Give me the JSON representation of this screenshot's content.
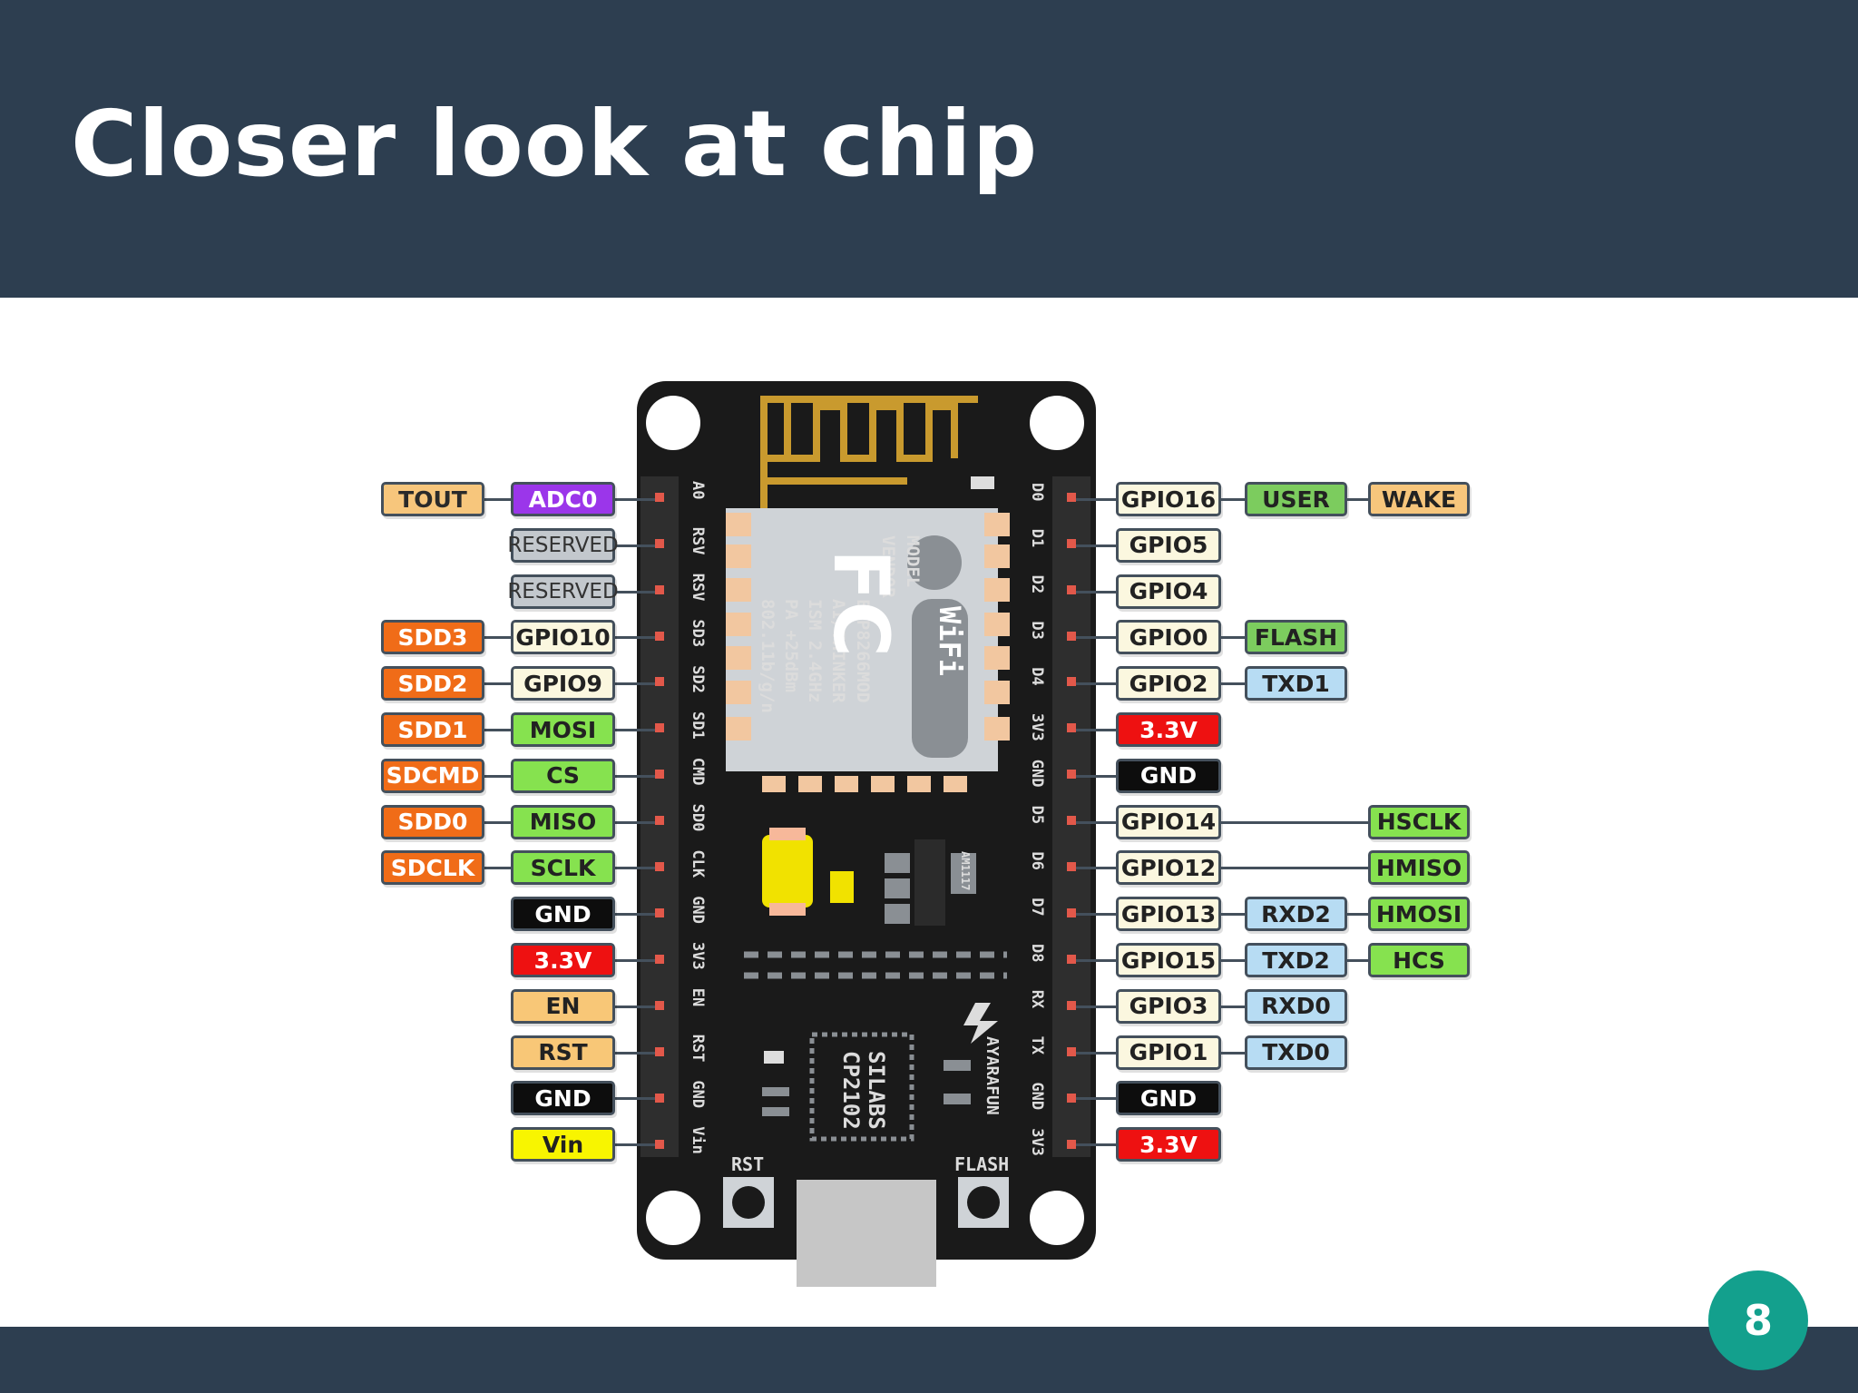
{
  "slide": {
    "title": "Closer look at chip",
    "page_number": "8"
  },
  "board": {
    "module_model": "MODEL",
    "module_vendor": "VENDOR",
    "module_name": "ESP8266MOD",
    "module_maker": "AI/THINKER",
    "module_band": "ISM 2.4GHz",
    "module_power": "PA +25dBm",
    "module_std": "802.11b/g/n",
    "fcc_mark": "FC",
    "wifi_mark": "WiFi",
    "regulator": "AM1117",
    "usb_chip_brand": "SILABS",
    "usb_chip_model": "CP2102",
    "brand": "AYARAFUN",
    "rst_button_label": "RST",
    "flash_button_label": "FLASH",
    "left_silk": [
      "A0",
      "RSV",
      "RSV",
      "SD3",
      "SD2",
      "SD1",
      "CMD",
      "SD0",
      "CLK",
      "GND",
      "3V3",
      "EN",
      "RST",
      "GND",
      "Vin"
    ],
    "right_silk": [
      "D0",
      "D1",
      "D2",
      "D3",
      "D4",
      "3V3",
      "GND",
      "D5",
      "D6",
      "D7",
      "D8",
      "RX",
      "TX",
      "GND",
      "3V3"
    ]
  },
  "left_outer_labels": [
    "TOUT",
    "",
    "",
    "SDD3",
    "SDD2",
    "SDD1",
    "SDCMD",
    "SDD0",
    "SDCLK",
    "",
    "",
    "",
    "",
    "",
    ""
  ],
  "left_inner_labels": [
    "ADC0",
    "RESERVED",
    "RESERVED",
    "GPIO10",
    "GPIO9",
    "MOSI",
    "CS",
    "MISO",
    "SCLK",
    "GND",
    "3.3V",
    "EN",
    "RST",
    "GND",
    "Vin"
  ],
  "right_inner_labels": [
    "GPIO16",
    "GPIO5",
    "GPIO4",
    "GPIO0",
    "GPIO2",
    "3.3V",
    "GND",
    "GPIO14",
    "GPIO12",
    "GPIO13",
    "GPIO15",
    "GPIO3",
    "GPIO1",
    "GND",
    "3.3V"
  ],
  "right_second_labels": [
    "USER",
    "",
    "",
    "FLASH",
    "TXD1",
    "",
    "",
    "",
    "",
    "RXD2",
    "TXD2",
    "RXD0",
    "TXD0",
    "",
    ""
  ],
  "right_third_labels": [
    "WAKE",
    "",
    "",
    "",
    "",
    "",
    "",
    "HSCLK",
    "HMISO",
    "HMOSI",
    "HCS",
    "",
    "",
    "",
    ""
  ],
  "colors": {
    "header_bg": "#2d3e50",
    "badge_bg": "#13a08d",
    "board_bg": "#1a1a1a",
    "antenna_gold": "#c99a2e",
    "module_shield": "#cfd3d7"
  }
}
